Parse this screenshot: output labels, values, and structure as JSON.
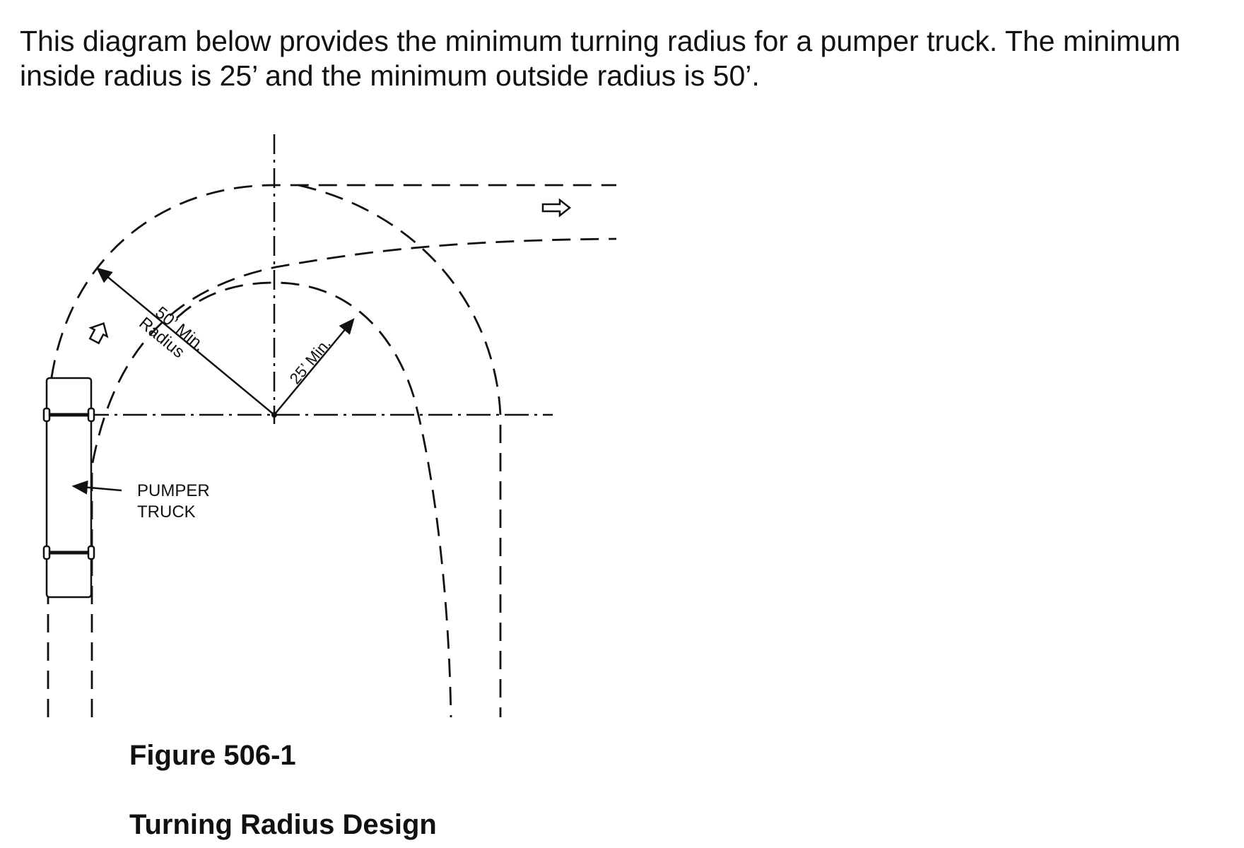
{
  "intro": {
    "line1": "This diagram below provides the minimum turning radius for a pumper truck.  The minimum",
    "line2": "inside radius is 25’ and the minimum outside radius is 50’."
  },
  "diagram": {
    "outer_radius_label_1": "50’ Min.",
    "outer_radius_label_2": "Radius",
    "inner_radius_label": "25’ Min.",
    "truck_label_1": "PUMPER",
    "truck_label_2": "TRUCK"
  },
  "figure": {
    "number": "Figure 506-1",
    "caption": "Turning Radius Design"
  },
  "colors": {
    "ink": "#111111",
    "background": "#ffffff"
  }
}
